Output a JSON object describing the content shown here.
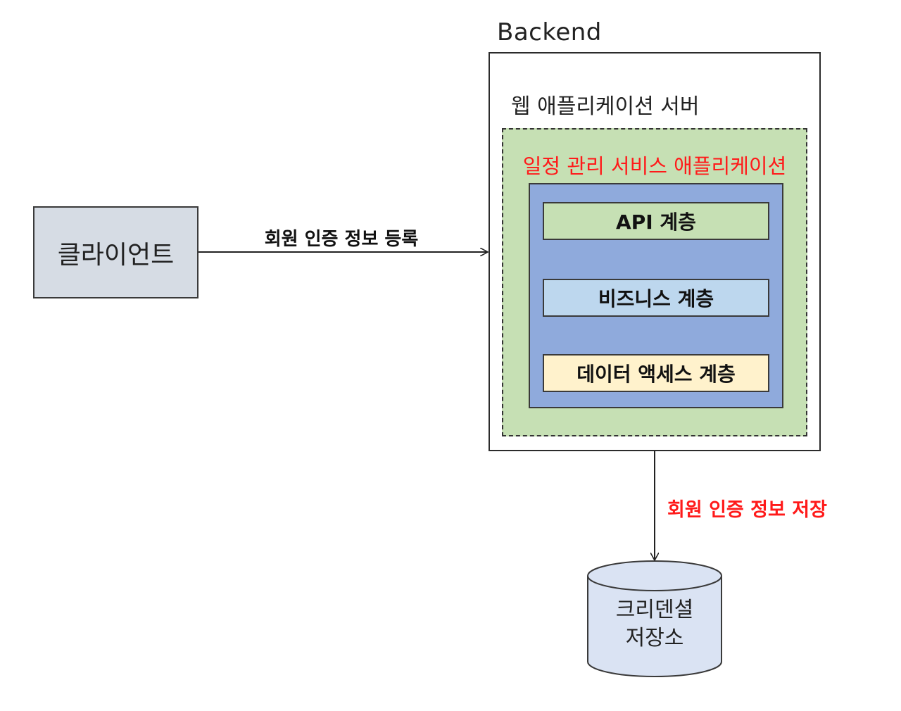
{
  "backend": {
    "title": "Backend",
    "server_label": "웹 애플리케이션 서버",
    "app_label": "일정 관리 서비스 애플리케이션",
    "layers": [
      "API 계층",
      "비즈니스 계층",
      "데이터 액세스 계층"
    ]
  },
  "client": {
    "label": "클라이언트"
  },
  "edges": {
    "client_to_backend": "회원 인증 정보 등록",
    "backend_to_store": "회원 인증 정보 저장"
  },
  "store": {
    "line1": "크리덴셜",
    "line2": "저장소"
  },
  "colors": {
    "accent_red": "#ff1a1a",
    "app_green": "#c6e0b4",
    "layers_blue": "#8faadc",
    "biz_blue": "#bdd7ee",
    "data_yellow": "#fff2cc",
    "client_gray": "#d6dce4",
    "store_blue": "#dae3f3"
  }
}
